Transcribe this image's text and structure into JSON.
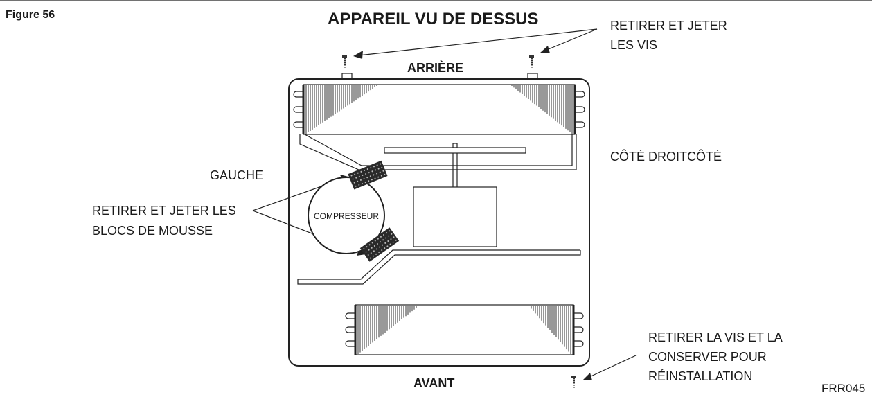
{
  "figure_label": "Figure 56",
  "title": "APPAREIL VU DE DESSUS",
  "labels": {
    "rear": "ARRIÈRE",
    "front": "AVANT",
    "right_side": "CÔTÉ DROITCÔTÉ",
    "left": "GAUCHE",
    "compressor": "COMPRESSEUR",
    "remove_screws_line1": "RETIRER ET JETER",
    "remove_screws_line2": "LES VIS",
    "remove_foam_line1": "RETIRER ET JETER LES",
    "remove_foam_line2": "BLOCS DE MOUSSE",
    "keep_screw_line1": "RETIRER LA VIS ET LA",
    "keep_screw_line2": "CONSERVER POUR",
    "keep_screw_line3": "RÉINSTALLATION"
  },
  "reference_code": "FRR045",
  "colors": {
    "line": "#222222",
    "foam": "#2a2a2a",
    "background": "#ffffff"
  }
}
